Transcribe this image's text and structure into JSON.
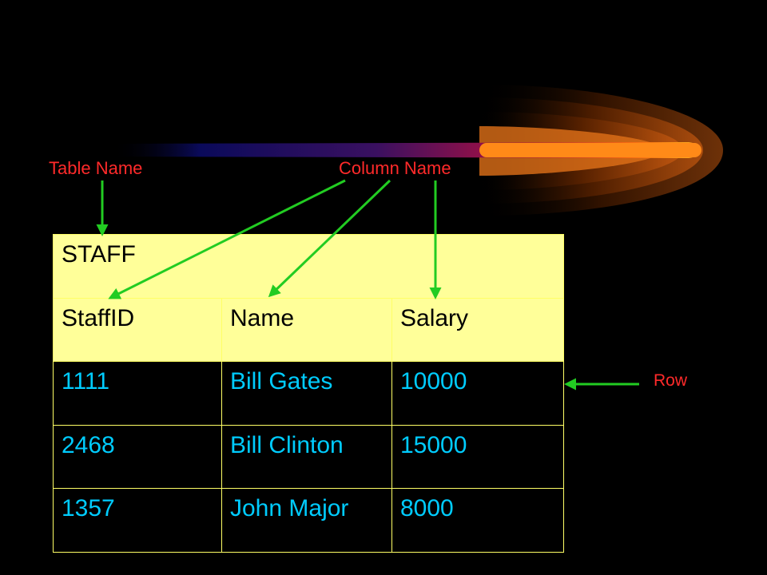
{
  "annotations": {
    "table_name": "Table Name",
    "column_name": "Column Name",
    "row": "Row"
  },
  "table": {
    "name": "STAFF",
    "columns": [
      "StaffID",
      "Name",
      "Salary"
    ],
    "rows": [
      [
        "1111",
        "Bill Gates",
        "10000"
      ],
      [
        "2468",
        "Bill Clinton",
        "15000"
      ],
      [
        "1357",
        "John Major",
        "8000"
      ]
    ]
  },
  "colors": {
    "background": "#000000",
    "header_fill": "#ffff99",
    "border": "#ffff66",
    "data_text": "#00ccff",
    "label_text": "#ff2a2a",
    "arrow": "#22cc22"
  }
}
